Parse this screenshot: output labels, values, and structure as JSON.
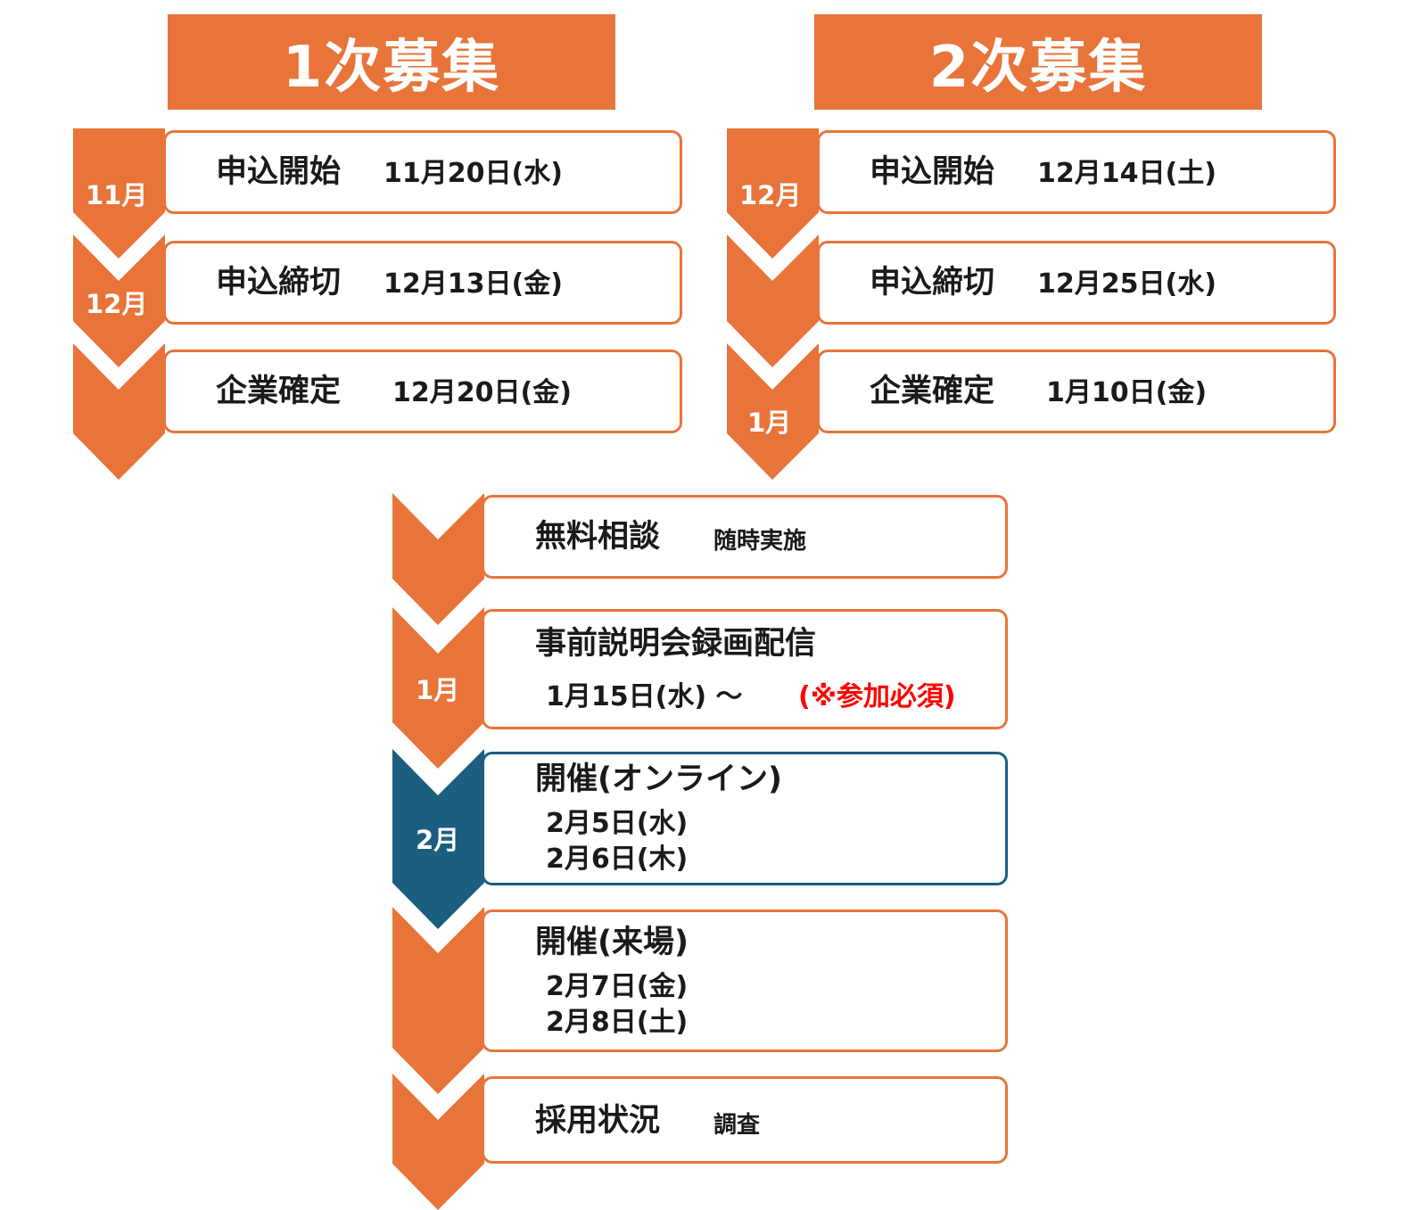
{
  "colors": {
    "accent": "#e8743a",
    "highlight": "#1b5e80",
    "required": "#ff0000"
  },
  "round1": {
    "title": "1次募集",
    "steps": [
      {
        "month": "11月",
        "label": "申込開始",
        "date": "11月20日(水)"
      },
      {
        "month": "12月",
        "label": "申込締切",
        "date": "12月13日(金)"
      },
      {
        "month": "",
        "label": "企業確定",
        "date": "12月20日(金)"
      }
    ]
  },
  "round2": {
    "title": "2次募集",
    "steps": [
      {
        "month": "12月",
        "label": "申込開始",
        "date": "12月14日(土)"
      },
      {
        "month": "",
        "label": "申込締切",
        "date": "12月25日(水)"
      },
      {
        "month": "1月",
        "label": "企業確定",
        "date": "1月10日(金)"
      }
    ]
  },
  "common": {
    "steps": [
      {
        "month": "",
        "label": "無料相談",
        "note": "随時実施"
      },
      {
        "month": "1月",
        "label": "事前説明会録画配信",
        "date": "1月15日(水) ～",
        "required": "(※参加必須)"
      },
      {
        "month": "2月",
        "label": "開催(オンライン)",
        "dates": [
          "2月5日(水)",
          "2月6日(木)"
        ]
      },
      {
        "month": "",
        "label": "開催(来場)",
        "dates": [
          "2月7日(金)",
          "2月8日(土)"
        ]
      },
      {
        "month": "",
        "label": "採用状況",
        "note": "調査"
      }
    ]
  }
}
